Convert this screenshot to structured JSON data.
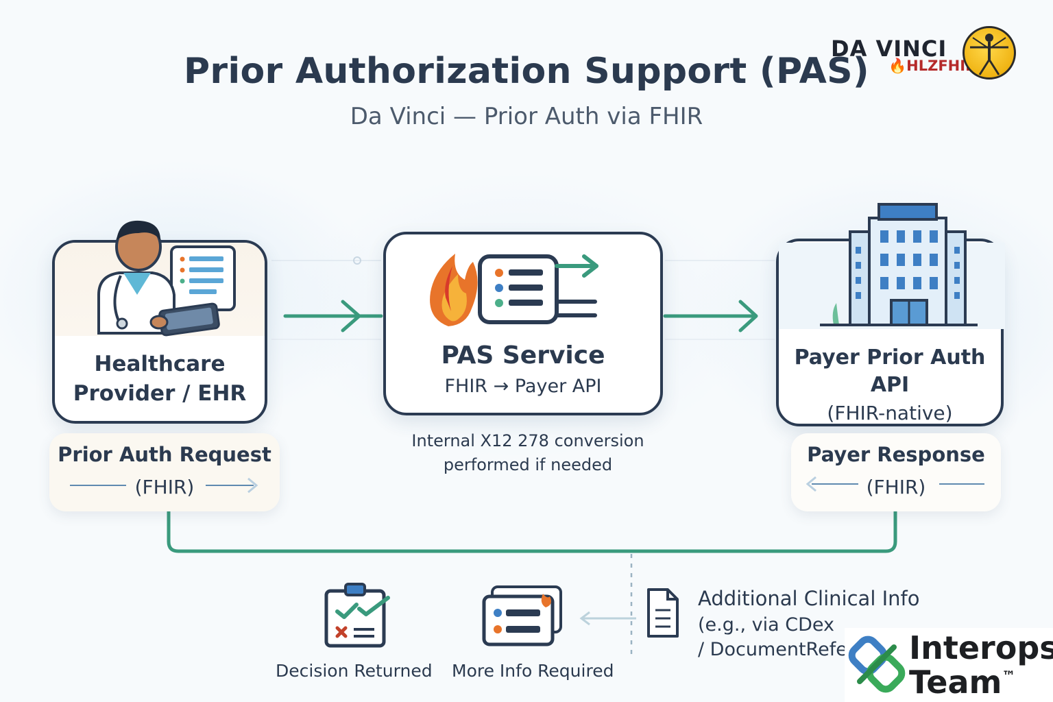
{
  "header": {
    "title": "Prior Authorization Support (PAS)",
    "subtitle": "Da Vinci — Prior Auth via FHIR"
  },
  "brand": {
    "name": "DA VINCI",
    "sub": "HLZFHIR"
  },
  "nodes": {
    "provider": {
      "line1": "Healthcare",
      "line2": "Provider / EHR"
    },
    "pas": {
      "title": "PAS Service",
      "sub": "FHIR → Payer API"
    },
    "payer": {
      "line1": "Payer Prior Auth",
      "line2": "API",
      "sub": "(FHIR-native)"
    }
  },
  "messages": {
    "request": {
      "title": "Prior Auth Request",
      "format": "(FHIR)"
    },
    "response": {
      "title": "Payer Response",
      "format": "(FHIR)"
    },
    "conversion": {
      "line1": "Internal X12 278 conversion",
      "line2": "performed if needed"
    }
  },
  "outcomes": {
    "decision": "Decision Returned",
    "more_info": "More Info Required"
  },
  "additional_info": {
    "title": "Additional Clinical Info",
    "line1": "(e.g., via CDex",
    "line2": "/ DocumentRefe"
  },
  "team_badge": {
    "line1": "Interops",
    "line2": "Team",
    "mark": "™"
  },
  "colors": {
    "accent_green": "#3a9a7d",
    "box_border": "#2b3b52",
    "text_dark": "#2b3a4f",
    "flame_orange": "#e8742a",
    "building_blue": "#3e7fc4"
  }
}
